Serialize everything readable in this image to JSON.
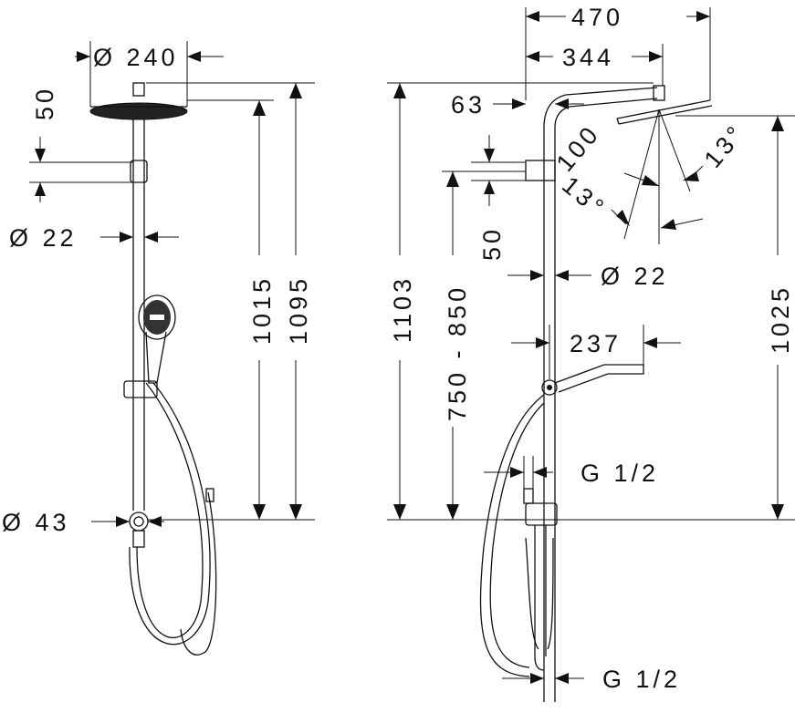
{
  "left_view": {
    "head_diameter": "Ø 240",
    "head_offset": "50",
    "pipe_diameter": "Ø 22",
    "height_1015": "1015",
    "height_1095": "1095",
    "diverter_diameter": "Ø 43"
  },
  "right_view": {
    "arm_total": "470",
    "arm_length": "344",
    "top_offset": "63",
    "head_gap": "100",
    "tilt_upper": "13°",
    "tilt_lower": "13°",
    "holder_offset": "50",
    "total_height": "1103",
    "mount_range": "750 - 850",
    "pipe_diameter": "Ø 22",
    "hand_arm": "237",
    "head_height": "1025",
    "thread_upper": "G 1/2",
    "thread_lower": "G 1/2"
  }
}
